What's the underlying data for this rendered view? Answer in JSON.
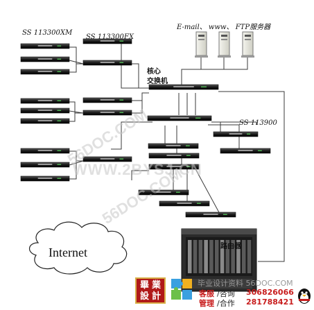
{
  "labels": {
    "ss113300xm": "SS 113300XM",
    "ss113300fx": "SS 113300FX",
    "servers": "E-mail、 www、 FTP服务器",
    "core_line1": "核心",
    "core_line2": "交换机",
    "ss113900": "SS 113900",
    "router": "路由器",
    "internet": "Internet"
  },
  "watermarks": {
    "w1": "56DOC.COM",
    "w2": "WWW.2BYSJ.CN",
    "w3": "56DOC.COM"
  },
  "footer": {
    "logo_chars": [
      "畢",
      "業",
      "設",
      "計"
    ],
    "site": "毕业设计资料 56DOC.COM",
    "service_key": "客服",
    "service_sep": "/咨询",
    "service_qq": "306826066",
    "admin_key": "管理",
    "admin_sep": "/合作",
    "admin_qq": "281788421"
  },
  "colors": {
    "line": "#3a3a3a",
    "device": "#1e1e1e",
    "accent": "#c81d1d"
  }
}
